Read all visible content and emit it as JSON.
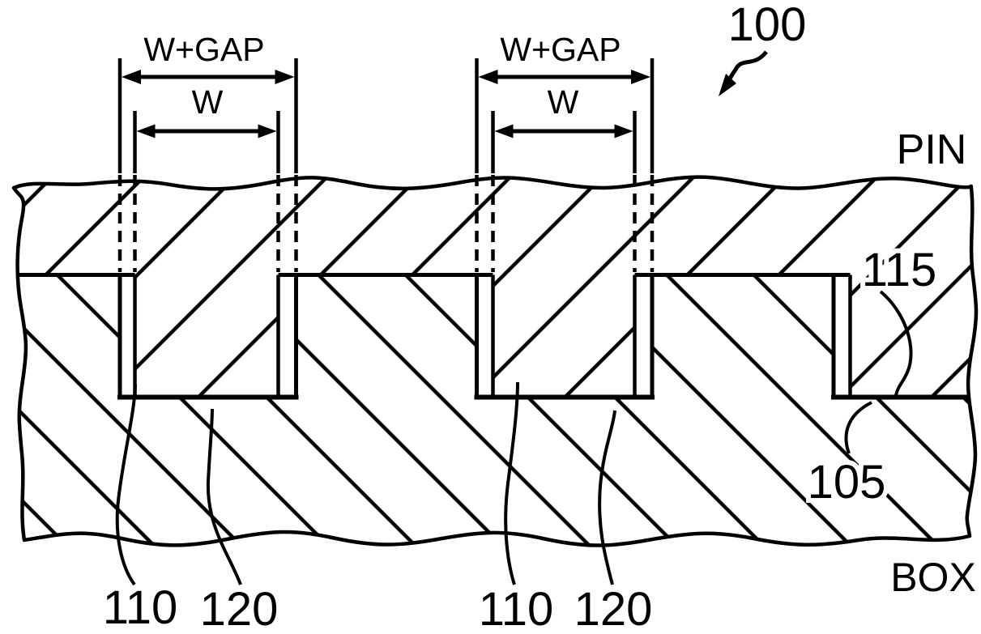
{
  "figure": {
    "ref_number": "100",
    "region_labels": {
      "pin": "PIN",
      "box": "BOX",
      "deposited_layer": "115",
      "substrate": "105"
    },
    "trench_label_sets": [
      {
        "liner": "110",
        "fill": "120"
      },
      {
        "liner": "110",
        "fill": "120"
      }
    ],
    "dimension_sets": [
      {
        "outer": "W+GAP",
        "inner": "W"
      },
      {
        "outer": "W+GAP",
        "inner": "W"
      }
    ],
    "colors": {
      "ink": "#000000",
      "background": "#ffffff"
    }
  }
}
